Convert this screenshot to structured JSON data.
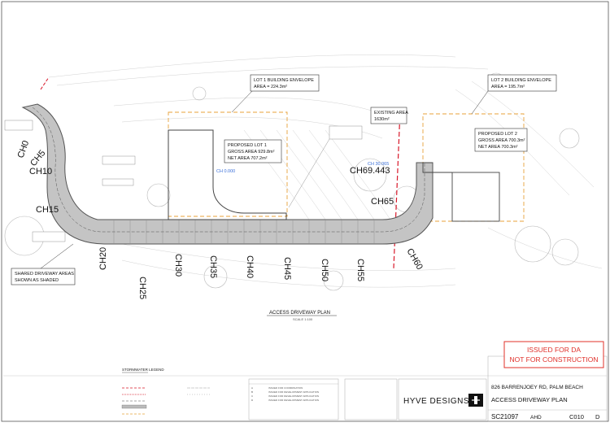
{
  "chainages": {
    "ch0": "CH0",
    "ch5": "CH5",
    "ch10": "CH10",
    "ch15": "CH15",
    "ch20": "CH20",
    "ch25": "CH25",
    "ch30": "CH30",
    "ch35": "CH35",
    "ch40": "CH40",
    "ch45": "CH45",
    "ch50": "CH50",
    "ch55": "CH55",
    "ch60": "CH60",
    "ch65": "CH65",
    "ch69": "CH69.443",
    "ch_blue_lot1": "CH 0.000",
    "ch_blue_end": "CH 30.065"
  },
  "callouts": {
    "lot1_env_l1": "LOT 1 BUILDING ENVELOPE",
    "lot1_env_l2": "AREA = 224.3m²",
    "lot2_env_l1": "LOT 2 BUILDING ENVELOPE",
    "lot2_env_l2": "AREA = 195.7m²",
    "existing_l1": "EXISTING AREA",
    "existing_l2": "1630m²",
    "lot1_l1": "PROPOSED LOT 1",
    "lot1_l2": "GROSS AREA 929.8m²",
    "lot1_l3": "NET AREA 707.2m²",
    "lot2_l1": "PROPOSED LOT 2",
    "lot2_l2": "GROSS AREA 700.3m²",
    "lot2_l3": "NET AREA 700.3m²",
    "shared_l1": "SHARED DRIVEWAY AREAS",
    "shared_l2": "SHOWN AS SHADED"
  },
  "plan_title": "ACCESS DRIVEWAY PLAN",
  "plan_scale": "SCALE 1:100",
  "legend_title": "STORMWATER LEGEND",
  "stamp": {
    "line1": "ISSUED FOR DA",
    "line2": "NOT FOR CONSTRUCTION"
  },
  "title_block": {
    "brand": "HYVE DESIGNS",
    "address": "826 BARRENJOEY RD, PALM BEACH",
    "drawing_title": "ACCESS DRIVEWAY PLAN",
    "job_no": "SC21097",
    "datum": "AHD",
    "drawing_no": "C010",
    "revision": "D"
  },
  "revisions": [
    {
      "rev": "A",
      "desc": "ISSUED FOR COORDINATION"
    },
    {
      "rev": "B",
      "desc": "ISSUED FOR DEVELOPMENT APPLICATION"
    },
    {
      "rev": "C",
      "desc": "ISSUED FOR DEVELOPMENT APPLICATION"
    },
    {
      "rev": "D",
      "desc": "ISSUED FOR DEVELOPMENT APPLICATION"
    }
  ],
  "colors": {
    "stamp_red": "#e0302a",
    "boundary_red": "#d8182a",
    "envelope_orange": "#e8a23a",
    "chainage_blue": "#3a6fd8",
    "driveway_grey": "#c4c4c4"
  }
}
